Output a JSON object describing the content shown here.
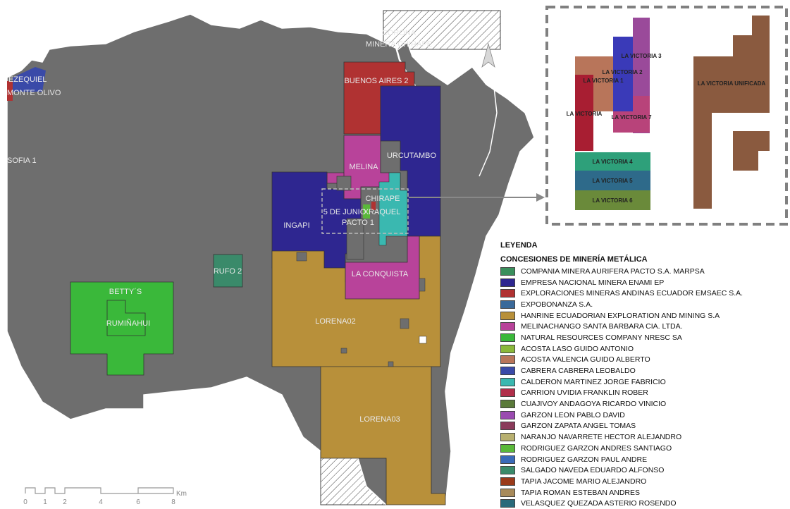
{
  "map": {
    "labels": {
      "corona": "CORONA",
      "minera_chirape": "MINERA CHIRAPE",
      "ezequiel": "EZEQUIEL",
      "monte_olivo": "MONTE OLIVO",
      "sofia": "SOFIA 1",
      "buenos_aires": "BUENOS AIRES 2",
      "urcutambo": "URCUTAMBO",
      "melina": "MELINA",
      "chirape": "CHIRAPE",
      "cinco_junio": "5 DE JUNIO",
      "xraquel": "XRAQUEL",
      "pacto": "PACTO 1",
      "ingapi": "INGAPI",
      "rufo": "RUFO 2",
      "bettys": "BETTY´S",
      "ruminahui": "RUMIÑAHUI",
      "la_conquista": "LA CONQUISTA",
      "lorena02": "LORENA02",
      "lorena03": "LORENA03"
    },
    "scale": {
      "ticks": [
        "0",
        "1",
        "2",
        "4",
        "6",
        "8"
      ],
      "unit": "Km"
    }
  },
  "inset": {
    "labels": {
      "lv3": "LA VICTORIA 3",
      "lv2": "LA VICTORIA 2",
      "lv1": "LA VICTORIA 1",
      "lv": "LA VICTORIA",
      "lv7": "LA VICTORIA 7",
      "lv4": "LA VICTORIA 4",
      "lv5": "LA VICTORIA 5",
      "lv6": "LA VICTORIA 6",
      "lvu": "LA VICTORIA UNIFICADA"
    }
  },
  "legend": {
    "title": "LEYENDA",
    "subtitle": "CONCESIONES DE MINERÍA METÁLICA",
    "items": [
      {
        "label": "COMPANIA MINERA AURIFERA PACTO S.A. MARPSA",
        "color": "#3a8f5c"
      },
      {
        "label": "EMPRESA NACIONAL MINERA ENAMI EP",
        "color": "#2e2690"
      },
      {
        "label": "EXPLORACIONES MINERAS ANDINAS ECUADOR EMSAEC S.A.",
        "color": "#b03232"
      },
      {
        "label": "EXPOBONANZA S.A.",
        "color": "#3a6a9a"
      },
      {
        "label": "HANRINE ECUADORIAN EXPLORATION AND MINING S.A",
        "color": "#b8903a"
      },
      {
        "label": "MELINACHANGO SANTA BARBARA CIA. LTDA.",
        "color": "#b8439a"
      },
      {
        "label": "NATURAL RESOURCES COMPANY NRESC SA",
        "color": "#3ab83a"
      },
      {
        "label": "ACOSTA LASO GUIDO ANTONIO",
        "color": "#8ab83a"
      },
      {
        "label": "ACOSTA VALENCIA GUIDO ALBERTO",
        "color": "#b8755a"
      },
      {
        "label": "CABRERA CABRERA LEOBALDO",
        "color": "#3a4aa8"
      },
      {
        "label": "CALDERON MARTINEZ JORGE FABRICIO",
        "color": "#3ab8b0"
      },
      {
        "label": "CARRION UVIDIA FRANKLIN ROBER",
        "color": "#b02e4a"
      },
      {
        "label": "CUAJIVOY ANDAGOYA RICARDO VINICIO",
        "color": "#5a7a3a"
      },
      {
        "label": "GARZON LEON PABLO DAVID",
        "color": "#9a4ab0"
      },
      {
        "label": "GARZON ZAPATA ANGEL TOMAS",
        "color": "#8a3a5a"
      },
      {
        "label": "NARANJO NAVARRETE HECTOR ALEJANDRO",
        "color": "#b8b070"
      },
      {
        "label": "RODRIGUEZ GARZON ANDRES SANTIAGO",
        "color": "#5ab83a"
      },
      {
        "label": "RODRIGUEZ GARZON PAUL ANDRE",
        "color": "#3a6ab8"
      },
      {
        "label": "SALGADO NAVEDA EDUARDO ALFONSO",
        "color": "#3a8a6a"
      },
      {
        "label": "TAPIA JACOME MARIO ALEJANDRO",
        "color": "#9a3a1a"
      },
      {
        "label": "TAPIA ROMAN ESTEBAN ANDRES",
        "color": "#a88a5a"
      },
      {
        "label": "VELASQUEZ QUEZADA ASTERIO ROSENDO",
        "color": "#2a6a7a"
      }
    ]
  }
}
